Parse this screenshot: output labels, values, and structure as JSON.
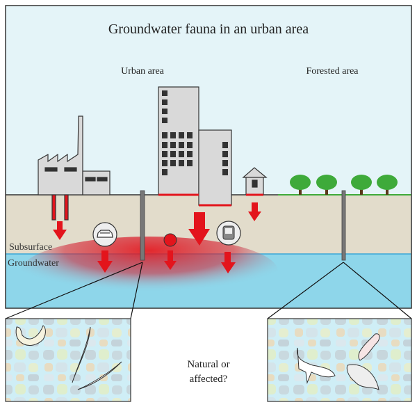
{
  "title": "Groundwater fauna in an urban area",
  "labels": {
    "urban": "Urban area",
    "forested": "Forested area",
    "subsurface": "Subsurface",
    "groundwater": "Groundwater",
    "question_line1": "Natural or",
    "question_line2": "affected?"
  },
  "colors": {
    "sky": "#e4f4f8",
    "ground": "#e2dccb",
    "water": "#8ed6ea",
    "building": "#d9d9d9",
    "pollution": "#e3141c",
    "tree": "#3eaa3a"
  },
  "icons": [
    "car-icon",
    "train-icon",
    "pollution-dot-icon",
    "tree-icon",
    "monitoring-well-icon"
  ]
}
